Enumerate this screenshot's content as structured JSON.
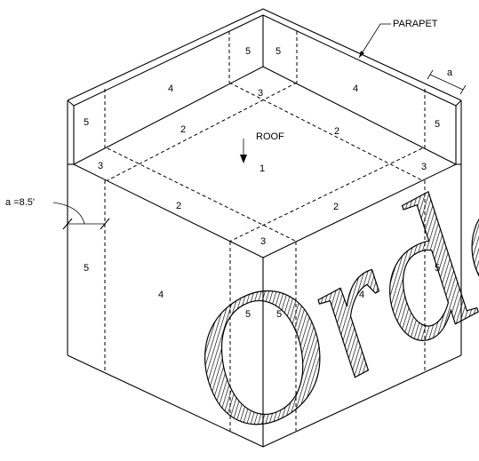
{
  "zones": {
    "z1": "1",
    "z2": "2",
    "z3": "3",
    "z4": "4",
    "z5": "5"
  },
  "labels": {
    "parapet": "PARAPET",
    "roof": "ROOF",
    "dim_a": "a",
    "dim_a_value": "a =8.5'"
  },
  "watermark": "Orde"
}
